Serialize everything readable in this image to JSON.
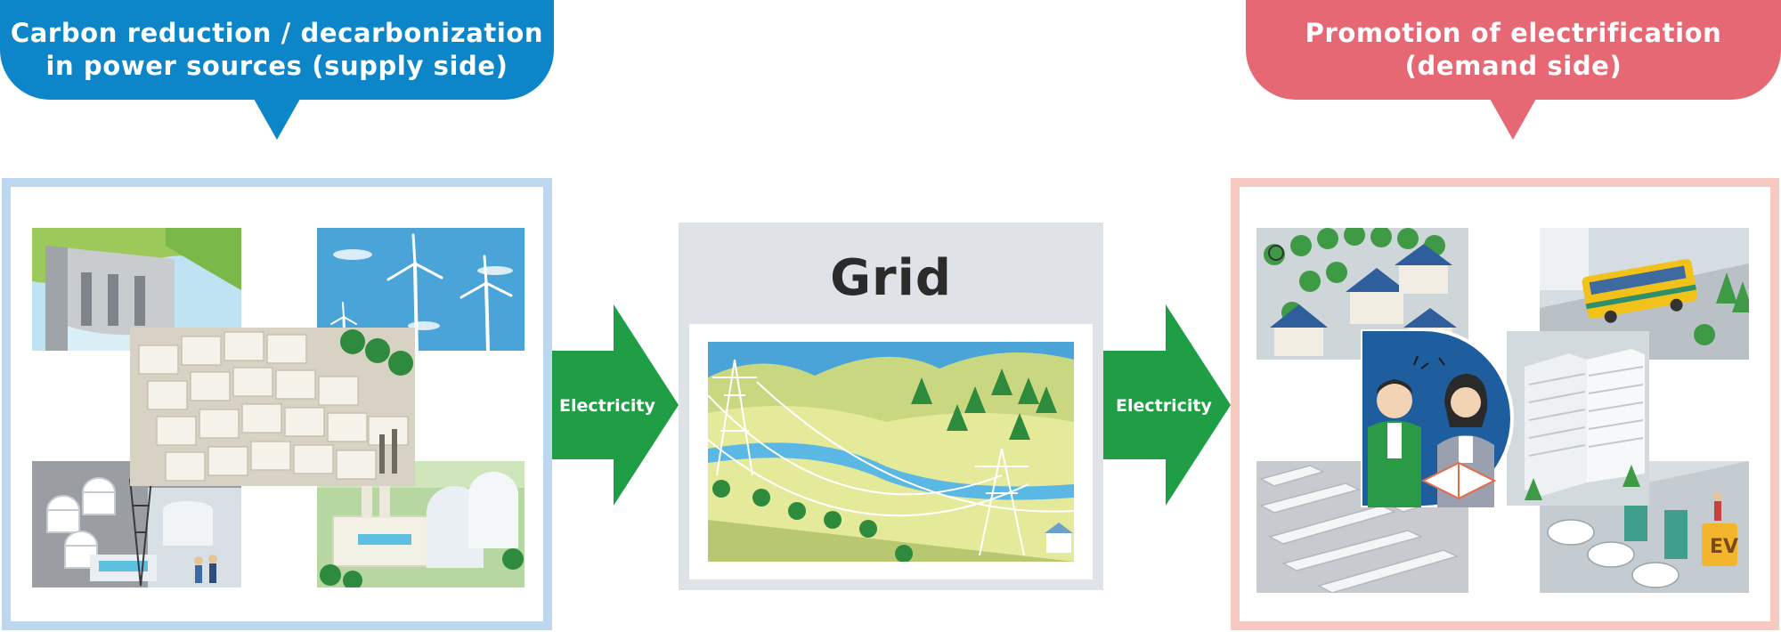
{
  "supply_bubble": {
    "line1": "Carbon reduction / decarbonization",
    "line2": "in power sources (supply side)",
    "color": "#0c85c9"
  },
  "demand_bubble": {
    "line1": "Promotion of electrification",
    "line2": "(demand side)",
    "color": "#e76875"
  },
  "grid": {
    "title": "Grid"
  },
  "arrows": {
    "left_label": "Electricity",
    "right_label": "Electricity",
    "color": "#1f9e45"
  },
  "demand_scene": {
    "ev_sign": "EV"
  },
  "colors": {
    "supply_frame": "#bdd7ee",
    "demand_frame": "#f6c9c1",
    "grid_bg": "#dfe2e7"
  }
}
